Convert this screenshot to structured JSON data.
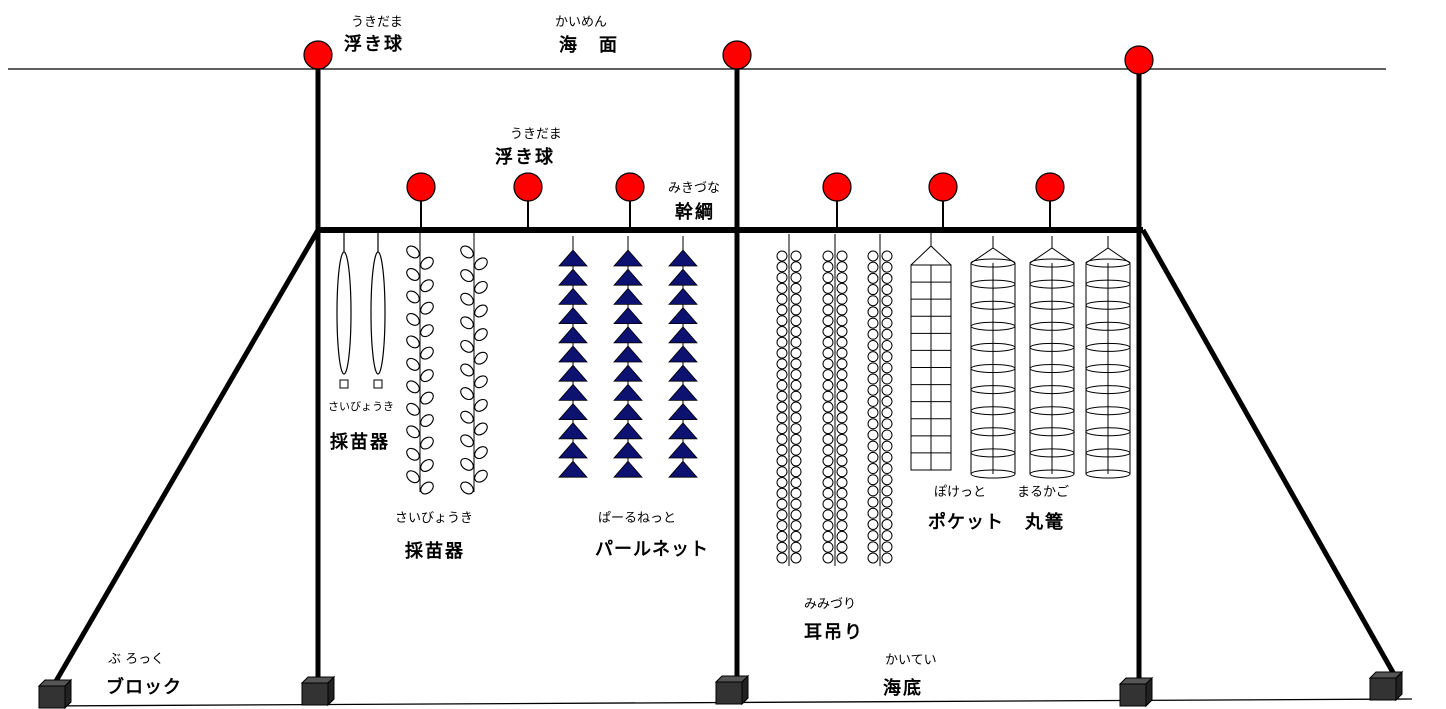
{
  "labels": {
    "float_top": {
      "ruby": "うきだま",
      "text": "浮き球"
    },
    "sea_surface": {
      "ruby": "かいめん",
      "text": "海　面"
    },
    "float_mid": {
      "ruby": "うきだま",
      "text": "浮き球"
    },
    "main_rope": {
      "ruby": "みきづな",
      "text": "幹綱"
    },
    "collector1": {
      "ruby": "さいびょうき",
      "text": "採苗器"
    },
    "collector2": {
      "ruby": "さいびょうき",
      "text": "採苗器"
    },
    "pearl_net": {
      "ruby": "ぱーるねっと",
      "text": "パールネット"
    },
    "ear_hanging": {
      "ruby": "みみづり",
      "text": "耳吊り"
    },
    "pocket": {
      "ruby": "ぽけっと",
      "text": "ポケット"
    },
    "lantern": {
      "ruby": "まるかご",
      "text": "丸篭"
    },
    "block": {
      "ruby": "ぶ ろっく",
      "text": "ブロック"
    },
    "seabed": {
      "ruby": "かいてい",
      "text": "海底"
    }
  },
  "colors": {
    "float": "#ff0000",
    "net": "#0d1170",
    "line": "#000000",
    "block": "#333333"
  }
}
